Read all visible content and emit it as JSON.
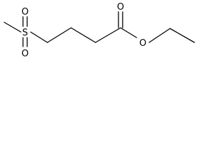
{
  "diagram": {
    "type": "skeletal-structure",
    "atoms": [
      {
        "id": "sulfur",
        "label": "S"
      },
      {
        "id": "sulfonyl-oxygen-top",
        "label": "O"
      },
      {
        "id": "sulfonyl-oxygen-bottom",
        "label": "O"
      },
      {
        "id": "carbonyl-oxygen",
        "label": "O"
      },
      {
        "id": "ester-oxygen",
        "label": "O"
      }
    ],
    "line_color": "#000000",
    "background_color": "#ffffff"
  }
}
